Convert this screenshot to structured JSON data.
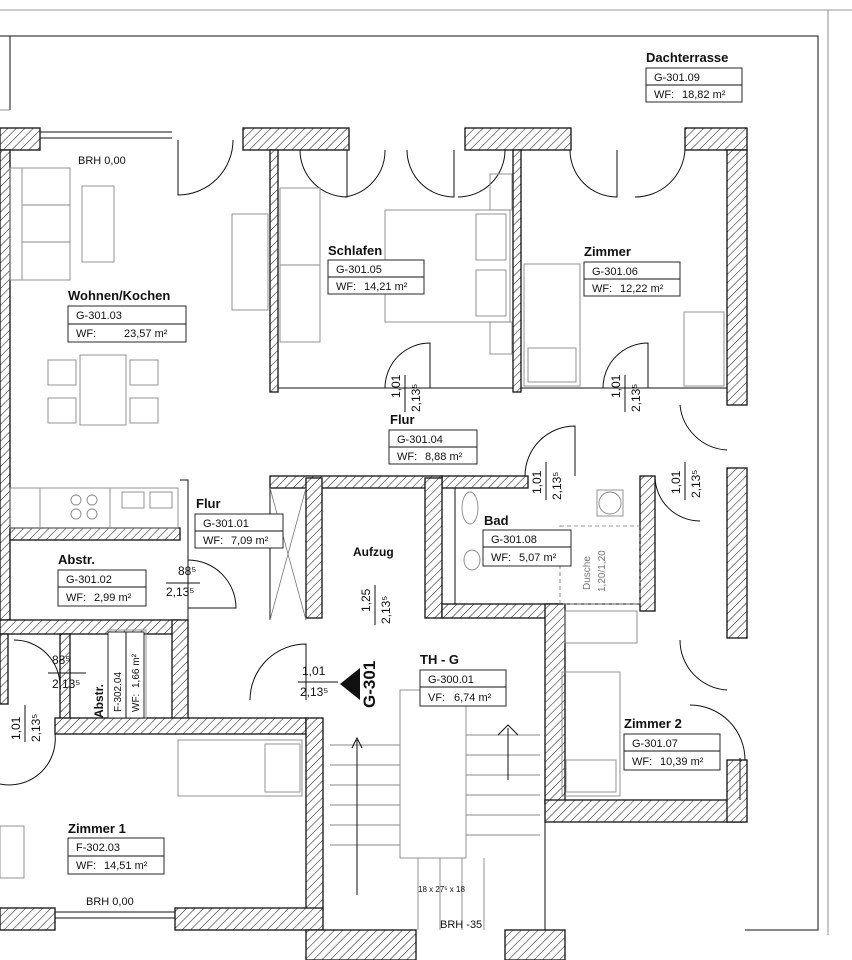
{
  "rooms": {
    "dachterrasse": {
      "name": "Dachterrasse",
      "code": "G-301.09",
      "area_label": "WF:",
      "area": "18,82 m²"
    },
    "schlafen": {
      "name": "Schlafen",
      "code": "G-301.05",
      "area_label": "WF:",
      "area": "14,21 m²"
    },
    "zimmer": {
      "name": "Zimmer",
      "code": "G-301.06",
      "area_label": "WF:",
      "area": "12,22 m²"
    },
    "wohnen": {
      "name": "Wohnen/Kochen",
      "code": "G-301.03",
      "area_label": "WF:",
      "area": "23,57 m²"
    },
    "flur_main": {
      "name": "Flur",
      "code": "G-301.04",
      "area_label": "WF:",
      "area": "8,88 m²"
    },
    "flur_small": {
      "name": "Flur",
      "code": "G-301.01",
      "area_label": "WF:",
      "area": "7,09 m²"
    },
    "bad": {
      "name": "Bad",
      "code": "G-301.08",
      "area_label": "WF:",
      "area": "5,07 m²"
    },
    "abstr1": {
      "name": "Abstr.",
      "code": "G-301.02",
      "area_label": "WF:",
      "area": "2,99 m²"
    },
    "abstr2": {
      "name": "Abstr.",
      "code": "F-302.04",
      "area_label": "WF:",
      "area": "1,66 m²"
    },
    "th": {
      "name": "TH - G",
      "code": "G-300.01",
      "area_label": "VF:",
      "area": "6,74 m²"
    },
    "zimmer2": {
      "name": "Zimmer 2",
      "code": "G-301.07",
      "area_label": "WF:",
      "area": "10,39 m²"
    },
    "zimmer1": {
      "name": "Zimmer 1",
      "code": "F-302.03",
      "area_label": "WF:",
      "area": "14,51 m²"
    }
  },
  "aufzug": "Aufzug",
  "unit_tag": "G-301",
  "dusche": "Dusche",
  "dusche_size": "1,20/1,20",
  "brh": {
    "top": "BRH 0,00",
    "bottom": "BRH 0,00",
    "stair": "BRH -35"
  },
  "stair_spec": "18 x 27⁵ x 18",
  "doors": {
    "w101": "1,01",
    "h2135": "2,13⁵",
    "w125": "1,25",
    "w885": "88⁵"
  }
}
